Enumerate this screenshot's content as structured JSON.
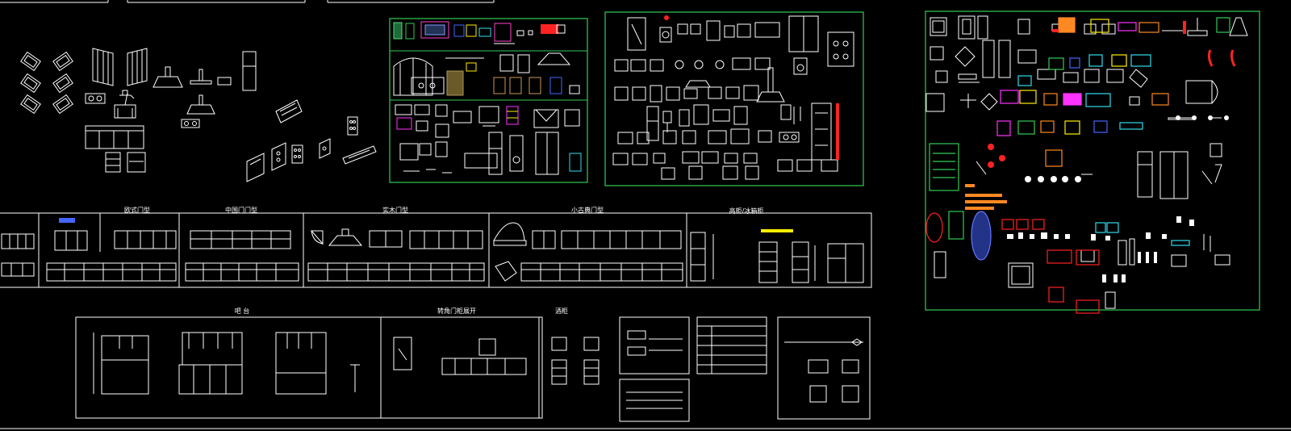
{
  "drawing": {
    "background": "#000000",
    "colors": {
      "line": "#ffffff",
      "frame_green": "#33cc55",
      "accent_yellow": "#ffee00",
      "accent_red": "#ff2222",
      "accent_blue": "#4466ff",
      "accent_magenta": "#ff33ff",
      "accent_cyan": "#33ddee",
      "accent_orange": "#ff8822"
    }
  },
  "cabinet_row": {
    "headers": [
      "欧式门型",
      "中国门门型",
      "实木门型",
      "小古典门型",
      "高柜/冰箱柜"
    ]
  },
  "bottom_row": {
    "headers": [
      "吧 台",
      "转角门柜展开",
      "酒柜"
    ]
  }
}
